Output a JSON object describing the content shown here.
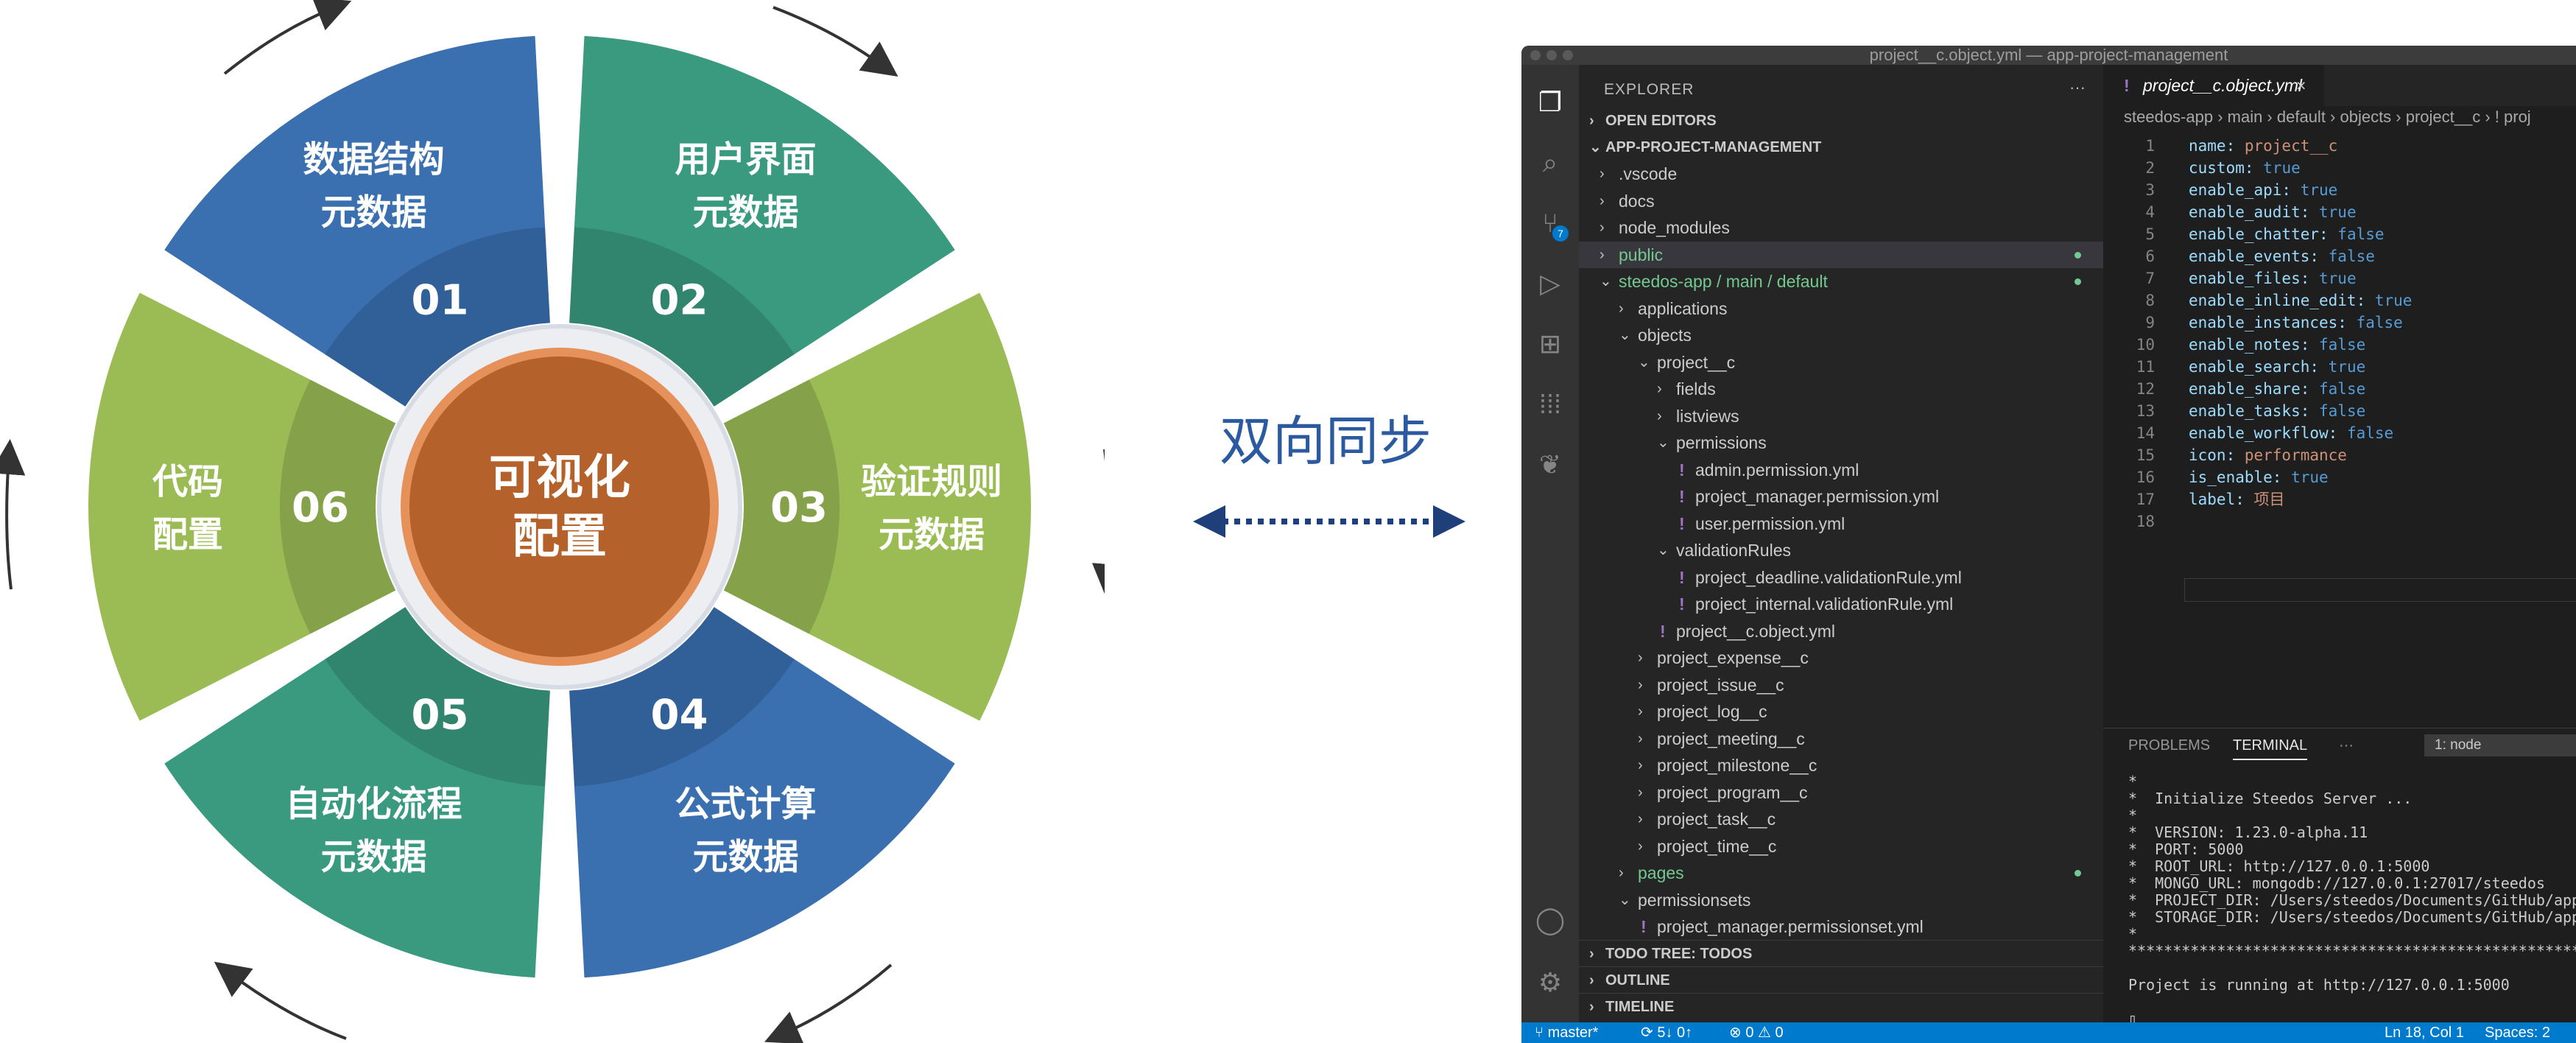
{
  "diagram": {
    "center": [
      "可视化",
      "配置"
    ],
    "segments": [
      {
        "num": "01",
        "lines": [
          "数据结构",
          "元数据"
        ]
      },
      {
        "num": "02",
        "lines": [
          "用户界面",
          "元数据"
        ]
      },
      {
        "num": "03",
        "lines": [
          "验证规则",
          "元数据"
        ]
      },
      {
        "num": "04",
        "lines": [
          "公式计算",
          "元数据"
        ]
      },
      {
        "num": "05",
        "lines": [
          "自动化流程",
          "元数据"
        ]
      },
      {
        "num": "06",
        "lines": [
          "代码",
          "配置"
        ]
      }
    ],
    "colors": {
      "blue": "#3a6fb0",
      "teal": "#3a9a80",
      "olive": "#9bbc55",
      "center": "#b5612c"
    }
  },
  "sync_label": "双向同步",
  "vscode": {
    "title": "project__c.object.yml — app-project-management",
    "explorer_label": "EXPLORER",
    "explorer_more": "···",
    "open_editors": "OPEN EDITORS",
    "project_root": "APP-PROJECT-MANAGEMENT",
    "scm_badge": "7",
    "tree": [
      {
        "label": ".vscode",
        "indent": 0,
        "type": "folder",
        "open": false
      },
      {
        "label": "docs",
        "indent": 0,
        "type": "folder",
        "open": false
      },
      {
        "label": "node_modules",
        "indent": 0,
        "type": "folder",
        "open": false
      },
      {
        "label": "public",
        "indent": 0,
        "type": "folder",
        "open": false,
        "green": true,
        "dot": true,
        "selected": true
      },
      {
        "label": "steedos-app / main / default",
        "indent": 0,
        "type": "folder",
        "open": true,
        "green": true,
        "dot": true
      },
      {
        "label": "applications",
        "indent": 1,
        "type": "folder",
        "open": false
      },
      {
        "label": "objects",
        "indent": 1,
        "type": "folder",
        "open": true
      },
      {
        "label": "project__c",
        "indent": 2,
        "type": "folder",
        "open": true
      },
      {
        "label": "fields",
        "indent": 3,
        "type": "folder",
        "open": false
      },
      {
        "label": "listviews",
        "indent": 3,
        "type": "folder",
        "open": false
      },
      {
        "label": "permissions",
        "indent": 3,
        "type": "folder",
        "open": true
      },
      {
        "label": "admin.permission.yml",
        "indent": 4,
        "type": "file"
      },
      {
        "label": "project_manager.permission.yml",
        "indent": 4,
        "type": "file"
      },
      {
        "label": "user.permission.yml",
        "indent": 4,
        "type": "file"
      },
      {
        "label": "validationRules",
        "indent": 3,
        "type": "folder",
        "open": true
      },
      {
        "label": "project_deadline.validationRule.yml",
        "indent": 4,
        "type": "file"
      },
      {
        "label": "project_internal.validationRule.yml",
        "indent": 4,
        "type": "file"
      },
      {
        "label": "project__c.object.yml",
        "indent": 3,
        "type": "file"
      },
      {
        "label": "project_expense__c",
        "indent": 2,
        "type": "folder",
        "open": false
      },
      {
        "label": "project_issue__c",
        "indent": 2,
        "type": "folder",
        "open": false
      },
      {
        "label": "project_log__c",
        "indent": 2,
        "type": "folder",
        "open": false
      },
      {
        "label": "project_meeting__c",
        "indent": 2,
        "type": "folder",
        "open": false
      },
      {
        "label": "project_milestone__c",
        "indent": 2,
        "type": "folder",
        "open": false
      },
      {
        "label": "project_program__c",
        "indent": 2,
        "type": "folder",
        "open": false
      },
      {
        "label": "project_task__c",
        "indent": 2,
        "type": "folder",
        "open": false
      },
      {
        "label": "project_time__c",
        "indent": 2,
        "type": "folder",
        "open": false
      },
      {
        "label": "pages",
        "indent": 1,
        "type": "folder",
        "open": false,
        "green": true,
        "dot": true
      },
      {
        "label": "permissionsets",
        "indent": 1,
        "type": "folder",
        "open": true
      },
      {
        "label": "project_manager.permissionset.yml",
        "indent": 2,
        "type": "file"
      }
    ],
    "bottom_sections": [
      "TODO TREE: TODOS",
      "OUTLINE",
      "TIMELINE"
    ],
    "tab_label": "project__c.object.yml",
    "tab_close": "×",
    "breadcrumbs": "steedos-app › main › default › objects › project__c › ! proj",
    "code": [
      {
        "n": "1",
        "key": "name",
        "val": "project__c",
        "kind": "str"
      },
      {
        "n": "2",
        "key": "custom",
        "val": "true",
        "kind": "kw"
      },
      {
        "n": "3",
        "key": "enable_api",
        "val": "true",
        "kind": "kw"
      },
      {
        "n": "4",
        "key": "enable_audit",
        "val": "true",
        "kind": "kw"
      },
      {
        "n": "5",
        "key": "enable_chatter",
        "val": "false",
        "kind": "kw"
      },
      {
        "n": "6",
        "key": "enable_events",
        "val": "false",
        "kind": "kw"
      },
      {
        "n": "7",
        "key": "enable_files",
        "val": "true",
        "kind": "kw"
      },
      {
        "n": "8",
        "key": "enable_inline_edit",
        "val": "true",
        "kind": "kw"
      },
      {
        "n": "9",
        "key": "enable_instances",
        "val": "false",
        "kind": "kw"
      },
      {
        "n": "10",
        "key": "enable_notes",
        "val": "false",
        "kind": "kw"
      },
      {
        "n": "11",
        "key": "enable_search",
        "val": "true",
        "kind": "kw"
      },
      {
        "n": "12",
        "key": "enable_share",
        "val": "false",
        "kind": "kw"
      },
      {
        "n": "13",
        "key": "enable_tasks",
        "val": "false",
        "kind": "kw"
      },
      {
        "n": "14",
        "key": "enable_workflow",
        "val": "false",
        "kind": "kw"
      },
      {
        "n": "15",
        "key": "icon",
        "val": "performance",
        "kind": "str"
      },
      {
        "n": "16",
        "key": "is_enable",
        "val": "true",
        "kind": "kw"
      },
      {
        "n": "17",
        "key": "label",
        "val": "项目",
        "kind": "str"
      },
      {
        "n": "18",
        "key": "",
        "val": "",
        "kind": "str"
      }
    ],
    "panel_tabs": [
      "PROBLEMS",
      "TERMINAL",
      "···"
    ],
    "terminal_select": "1: node",
    "terminal": [
      "*",
      "*  Initialize Steedos Server ...",
      "*",
      "*  VERSION: 1.23.0-alpha.11",
      "*  PORT: 5000",
      "*  ROOT_URL: http://127.0.0.1:5000",
      "*  MONGO_URL: mongodb://127.0.0.1:27017/steedos",
      "*  PROJECT_DIR: /Users/steedos/Documents/GitHub/app-pr",
      "*  STORAGE_DIR: /Users/steedos/Documents/GitHub/app-pr",
      "*",
      "******************************************************",
      "",
      "Project is running at http://127.0.0.1:5000",
      "",
      "▯"
    ],
    "status": {
      "branch": "master*",
      "sync": "5↓ 0↑",
      "problems": "⊗ 0 ⚠ 0",
      "position": "Ln 18, Col 1",
      "spaces": "Spaces: 2"
    }
  }
}
